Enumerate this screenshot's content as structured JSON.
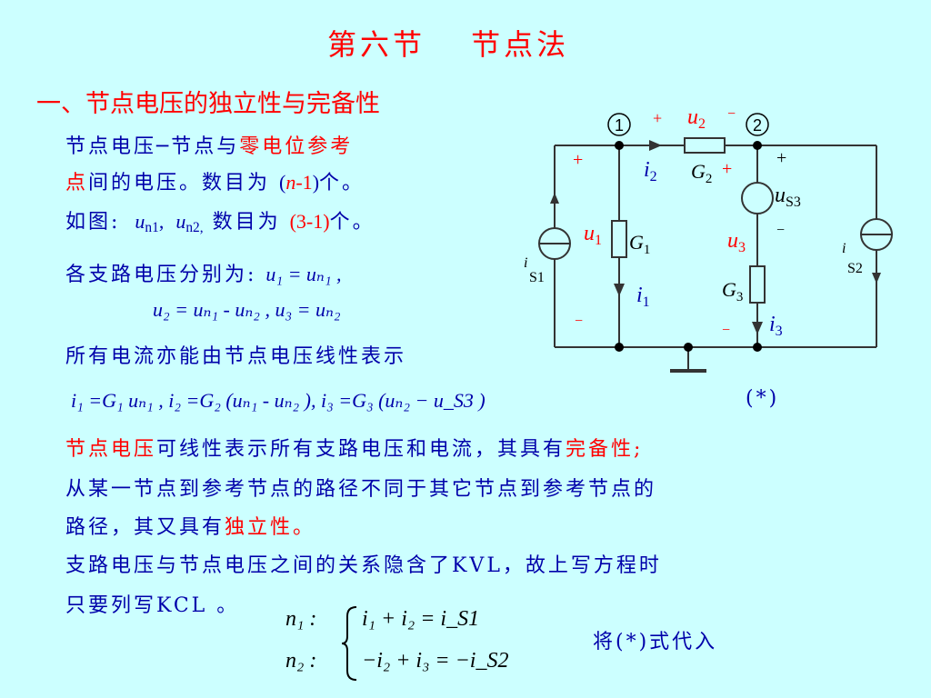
{
  "title": "第六节　 节点法",
  "section_heading": "一、节点电压的独立性与完备性",
  "def": {
    "l1_a": "节点电压─节点与",
    "l1_b": "零电位参考",
    "l2_a": "点",
    "l2_b": "间的电压。数目为",
    "l2_c": "(",
    "l2_d": "n",
    "l2_e": "-1",
    "l2_f": ")",
    "l2_g": "个。"
  },
  "example": {
    "a": "如图:",
    "b": "u",
    "b_sub": "n1",
    "c": ",",
    "d": "u",
    "d_sub": "n2,",
    "e": "数目为",
    "f": "(3-1)",
    "g": "个。"
  },
  "branch": {
    "label": "各支路电压分别为:",
    "eq1": "u₁ = uₙ₁ ,",
    "eq2": "u₂ = uₙ₁ - uₙ₂ , u₃ = uₙ₂"
  },
  "currents": {
    "label": "所有电流亦能由节点电压线性表示",
    "eq": "i₁ =G₁ uₙ₁ , i₂ =G₂ (uₙ₁ - uₙ₂ ), i₃ =G₃ (uₙ₂ − u_S3 )",
    "mark": "(*)"
  },
  "para": {
    "l1_a": "节点电压",
    "l1_b": "可线性表示所有支路电压和电流，其具有",
    "l1_c": "完备性",
    "l1_d": ";",
    "l2": "从某一节点到参考节点的路径不同于其它节点到参考节点的",
    "l3_a": "路径，其又具有",
    "l3_b": "独立性",
    "l3_c": "。",
    "l4": "支路电压与节点电压之间的关系隐含了KVL，故上写方程时",
    "l5": "只要列写KCL 。"
  },
  "kcl": {
    "n1": "n₁ :",
    "eq1": "i₁ + i₂ = i_S1",
    "n2": "n₂ :",
    "eq2": "−i₂ + i₃ = −i_S2",
    "note": "将(*)式代入"
  },
  "circuit": {
    "node1": "1",
    "node2": "2",
    "u2": "u",
    "u2_sub": "2",
    "plus": "+",
    "minus": "−",
    "i2": "i",
    "i2_sub": "2",
    "G2": "G",
    "G2_sub": "2",
    "uS3": "u",
    "uS3_sub": "S3",
    "u1": "u",
    "u1_sub": "1",
    "G1": "G",
    "G1_sub": "1",
    "u3": "u",
    "u3_sub": "3",
    "iS1": "i",
    "iS1_sub": "S1",
    "iS2": "i",
    "iS2_sub": "S2",
    "i1": "i",
    "i1_sub": "1",
    "G3": "G",
    "G3_sub": "3",
    "i3": "i",
    "i3_sub": "3"
  }
}
